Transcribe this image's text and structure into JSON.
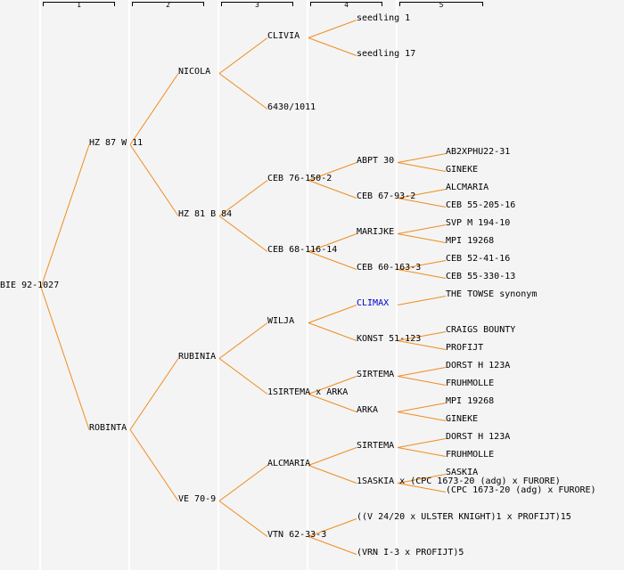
{
  "colors": {
    "line": "#f08c1e",
    "text": "#000000",
    "link": "#0000cc",
    "background": "#f4f4f4"
  },
  "columns": [
    {
      "label": "1"
    },
    {
      "label": "2"
    },
    {
      "label": "3"
    },
    {
      "label": "4"
    },
    {
      "label": "5"
    }
  ],
  "tree": {
    "name": "BIE 92-1027",
    "children": [
      {
        "name": "HZ 87 W 11",
        "children": [
          {
            "name": "NICOLA",
            "children": [
              {
                "name": "CLIVIA",
                "children": [
                  {
                    "name": "seedling 1"
                  },
                  {
                    "name": "seedling 17"
                  }
                ]
              },
              {
                "name": "6430/1011"
              }
            ]
          },
          {
            "name": "HZ 81 B 84",
            "children": [
              {
                "name": "CEB 76-150-2",
                "children": [
                  {
                    "name": "ABPT 30",
                    "children": [
                      {
                        "name": "AB2XPHU22-31"
                      },
                      {
                        "name": "GINEKE"
                      }
                    ]
                  },
                  {
                    "name": "CEB 67-93-2",
                    "children": [
                      {
                        "name": "ALCMARIA"
                      },
                      {
                        "name": "CEB 55-205-16"
                      }
                    ]
                  }
                ]
              },
              {
                "name": "CEB 68-116-14",
                "children": [
                  {
                    "name": "MARIJKE",
                    "children": [
                      {
                        "name": "SVP M 194-10"
                      },
                      {
                        "name": "MPI 19268"
                      }
                    ]
                  },
                  {
                    "name": "CEB 60-163-3",
                    "children": [
                      {
                        "name": "CEB 52-41-16"
                      },
                      {
                        "name": "CEB 55-330-13"
                      }
                    ]
                  }
                ]
              }
            ]
          }
        ]
      },
      {
        "name": "ROBINTA",
        "children": [
          {
            "name": "RUBINIA",
            "children": [
              {
                "name": "WILJA",
                "children": [
                  {
                    "name": "CLIMAX",
                    "link": true,
                    "children": [
                      {
                        "name": "THE TOWSE synonym"
                      }
                    ]
                  },
                  {
                    "name": "KONST 51-123",
                    "children": [
                      {
                        "name": "CRAIGS BOUNTY"
                      },
                      {
                        "name": "PROFIJT"
                      }
                    ]
                  }
                ]
              },
              {
                "name": "1SIRTEMA x ARKA",
                "children": [
                  {
                    "name": "SIRTEMA",
                    "children": [
                      {
                        "name": "DORST H 123A"
                      },
                      {
                        "name": "FRUHMOLLE"
                      }
                    ]
                  },
                  {
                    "name": "ARKA",
                    "children": [
                      {
                        "name": "MPI 19268"
                      },
                      {
                        "name": "GINEKE"
                      }
                    ]
                  }
                ]
              }
            ]
          },
          {
            "name": "VE 70-9",
            "children": [
              {
                "name": "ALCMARIA",
                "children": [
                  {
                    "name": "SIRTEMA",
                    "children": [
                      {
                        "name": "DORST H 123A"
                      },
                      {
                        "name": "FRUHMOLLE"
                      }
                    ]
                  },
                  {
                    "name": "1SASKIA x (CPC 1673-20 (adg) x FURORE)",
                    "children": [
                      {
                        "name": "SASKIA"
                      },
                      {
                        "name": "(CPC 1673-20 (adg) x FURORE)"
                      }
                    ]
                  }
                ]
              },
              {
                "name": "VTN 62-33-3",
                "children": [
                  {
                    "name": "((V 24/20 x ULSTER KNIGHT)1 x PROFIJT)15"
                  },
                  {
                    "name": "(VRN I-3 x PROFIJT)5"
                  }
                ]
              }
            ]
          }
        ]
      }
    ]
  }
}
